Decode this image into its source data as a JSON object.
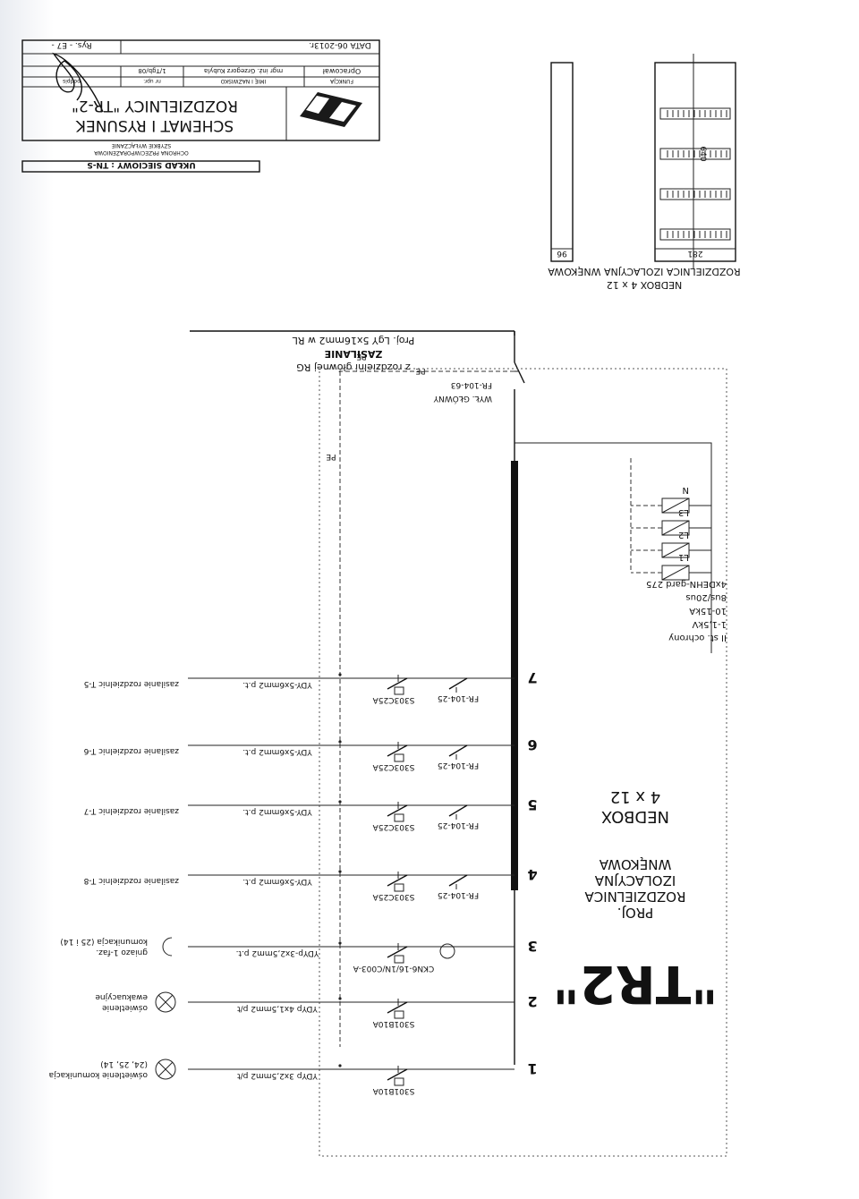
{
  "title_block": {
    "system_label": "UKŁAD SIECIOWY : TN-S",
    "protection_label": "OCHRONA PRZECIWPORAŻENIOWA",
    "protection_value": "SZYBKIE WYŁĄCZANIE",
    "drawing_type": "SCHEMAT I RYSUNEK",
    "drawing_object": "ROZDZIELNICY \"TR-2\"",
    "col_function": "FUNKCJA",
    "col_name": "IMIĘ I NAZWISKO",
    "col_permit": "nr upr.",
    "col_signature": "podpis",
    "role": "Opracował",
    "author": "mgr inż. Grzegorz Kubyla",
    "permit": "1/Tgb/08",
    "date": "DATA 06-2013r.",
    "sheet": "Rys. - E7 -"
  },
  "enclosure": {
    "name_line1": "ROZDZIELNICA IZOLACYJNA WNĘKOWA",
    "name_line2": "NEDBOX 4 x 12",
    "height": "640",
    "width": "281",
    "depth": "96"
  },
  "supply": {
    "cable": "Proj. LgY 5x16mm2 w RL",
    "label": "ZASILANIE",
    "source": "z rozdzielni głównej RG",
    "pe_top": "PE"
  },
  "main_switch": {
    "name": "WYŁ. GŁÓWNY",
    "type": "FR-104-63",
    "pe": "PE"
  },
  "pe_bar": "PE",
  "surge": {
    "line1": "II st. ochrony",
    "line2": "1-1,5kV",
    "line3": "10-15kA",
    "line4": "8us/20us",
    "line5": "4xDEHN-gard 275",
    "phases": [
      "L1",
      "L2",
      "L3",
      "N"
    ]
  },
  "board": {
    "name": "\"TR2\"",
    "desc1": "PROJ.",
    "desc2": "ROZDZIELNICA",
    "desc3": "IZOLACYJNA",
    "desc4": "WNĘKOWA",
    "model": "NEDBOX",
    "size": "4 x 12"
  },
  "circuits": [
    {
      "no": "1",
      "breaker": "S301B10A",
      "cable": "YDYp 3x2,5mm2  p/t",
      "load1": "oświetlenie komunikacja",
      "load2": "(24, 25, 14)",
      "symbol": "lamp"
    },
    {
      "no": "2",
      "breaker": "S301B10A",
      "cable": "YDYp 4x1,5mm2  p/t",
      "load1": "oświetlenie",
      "load2": "ewakuacyjne",
      "symbol": "lamp"
    },
    {
      "no": "3",
      "breaker": "CKN6-16/1N/C003-A",
      "cable": "YDYp-3x2,5mm2 p.t.",
      "load1": "gniazo 1-faz.",
      "load2": "komunikacja (25 i 14)",
      "symbol": "socket"
    },
    {
      "no": "4",
      "switch": "FR-104-25",
      "breaker": "S303C25A",
      "cable": "YDY-5x6mm2 p.t.",
      "load1": "zasilanie rozdzielnic T-8",
      "load2": "",
      "symbol": "none"
    },
    {
      "no": "5",
      "switch": "FR-104-25",
      "breaker": "S303C25A",
      "cable": "YDY-5x6mm2 p.t.",
      "load1": "zasilanie rozdzielnic T-7",
      "load2": "",
      "symbol": "none"
    },
    {
      "no": "6",
      "switch": "FR-104-25",
      "breaker": "S303C25A",
      "cable": "YDY-5x6mm2 p.t.",
      "load1": "zasilanie rozdzielnic T-6",
      "load2": "",
      "symbol": "none"
    },
    {
      "no": "7",
      "switch": "FR-104-25",
      "breaker": "S303C25A",
      "cable": "YDY-5x6mm2 p.t.",
      "load1": "zasilanie rozdzielnic T-5",
      "load2": "",
      "symbol": "none"
    }
  ]
}
